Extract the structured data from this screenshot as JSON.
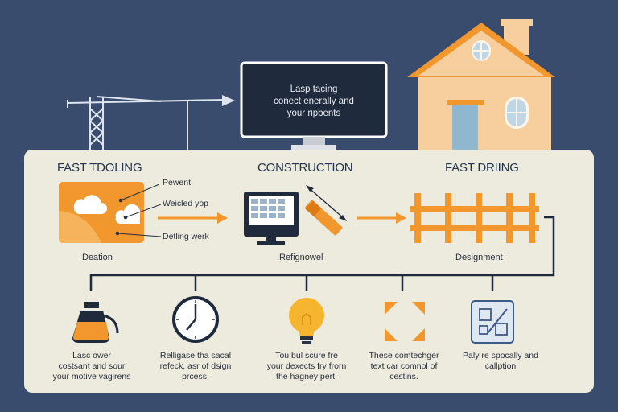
{
  "monitor": {
    "lines": [
      "Lasp tacing",
      "conect enerally and",
      "your ripbents"
    ]
  },
  "sections": [
    {
      "title": "FAST TDOLING",
      "caption": "Deation"
    },
    {
      "title": "CONSTRUCTION",
      "caption": "Refignowel"
    },
    {
      "title": "FAST DRIING",
      "caption": "Designment"
    }
  ],
  "callouts": [
    "Pewent",
    "Weicled yop",
    "Detling werk"
  ],
  "steps": [
    {
      "icon": "kettle-icon",
      "lines": [
        "Lasc ower",
        "costsant and sour",
        "your motive vagirens"
      ]
    },
    {
      "icon": "clock-icon",
      "lines": [
        "Relligase tha sacal",
        "refeck, asr of dsign",
        "prcess."
      ]
    },
    {
      "icon": "lightbulb-icon",
      "lines": [
        "Tou bul scure fre",
        "your dexects fry frorn",
        "the hagney pert."
      ]
    },
    {
      "icon": "focus-frame-icon",
      "lines": [
        "These comtechger",
        "text car comnol of",
        "cestins."
      ]
    },
    {
      "icon": "blueprint-icon",
      "lines": [
        "Paly re spocally and",
        "callption"
      ]
    }
  ],
  "colors": {
    "background": "#3a4c6e",
    "panel": "#ecebdd",
    "accent_orange": "#f2962e",
    "dark_navy": "#1f2a3d",
    "house_wall": "#f7cf9e"
  }
}
